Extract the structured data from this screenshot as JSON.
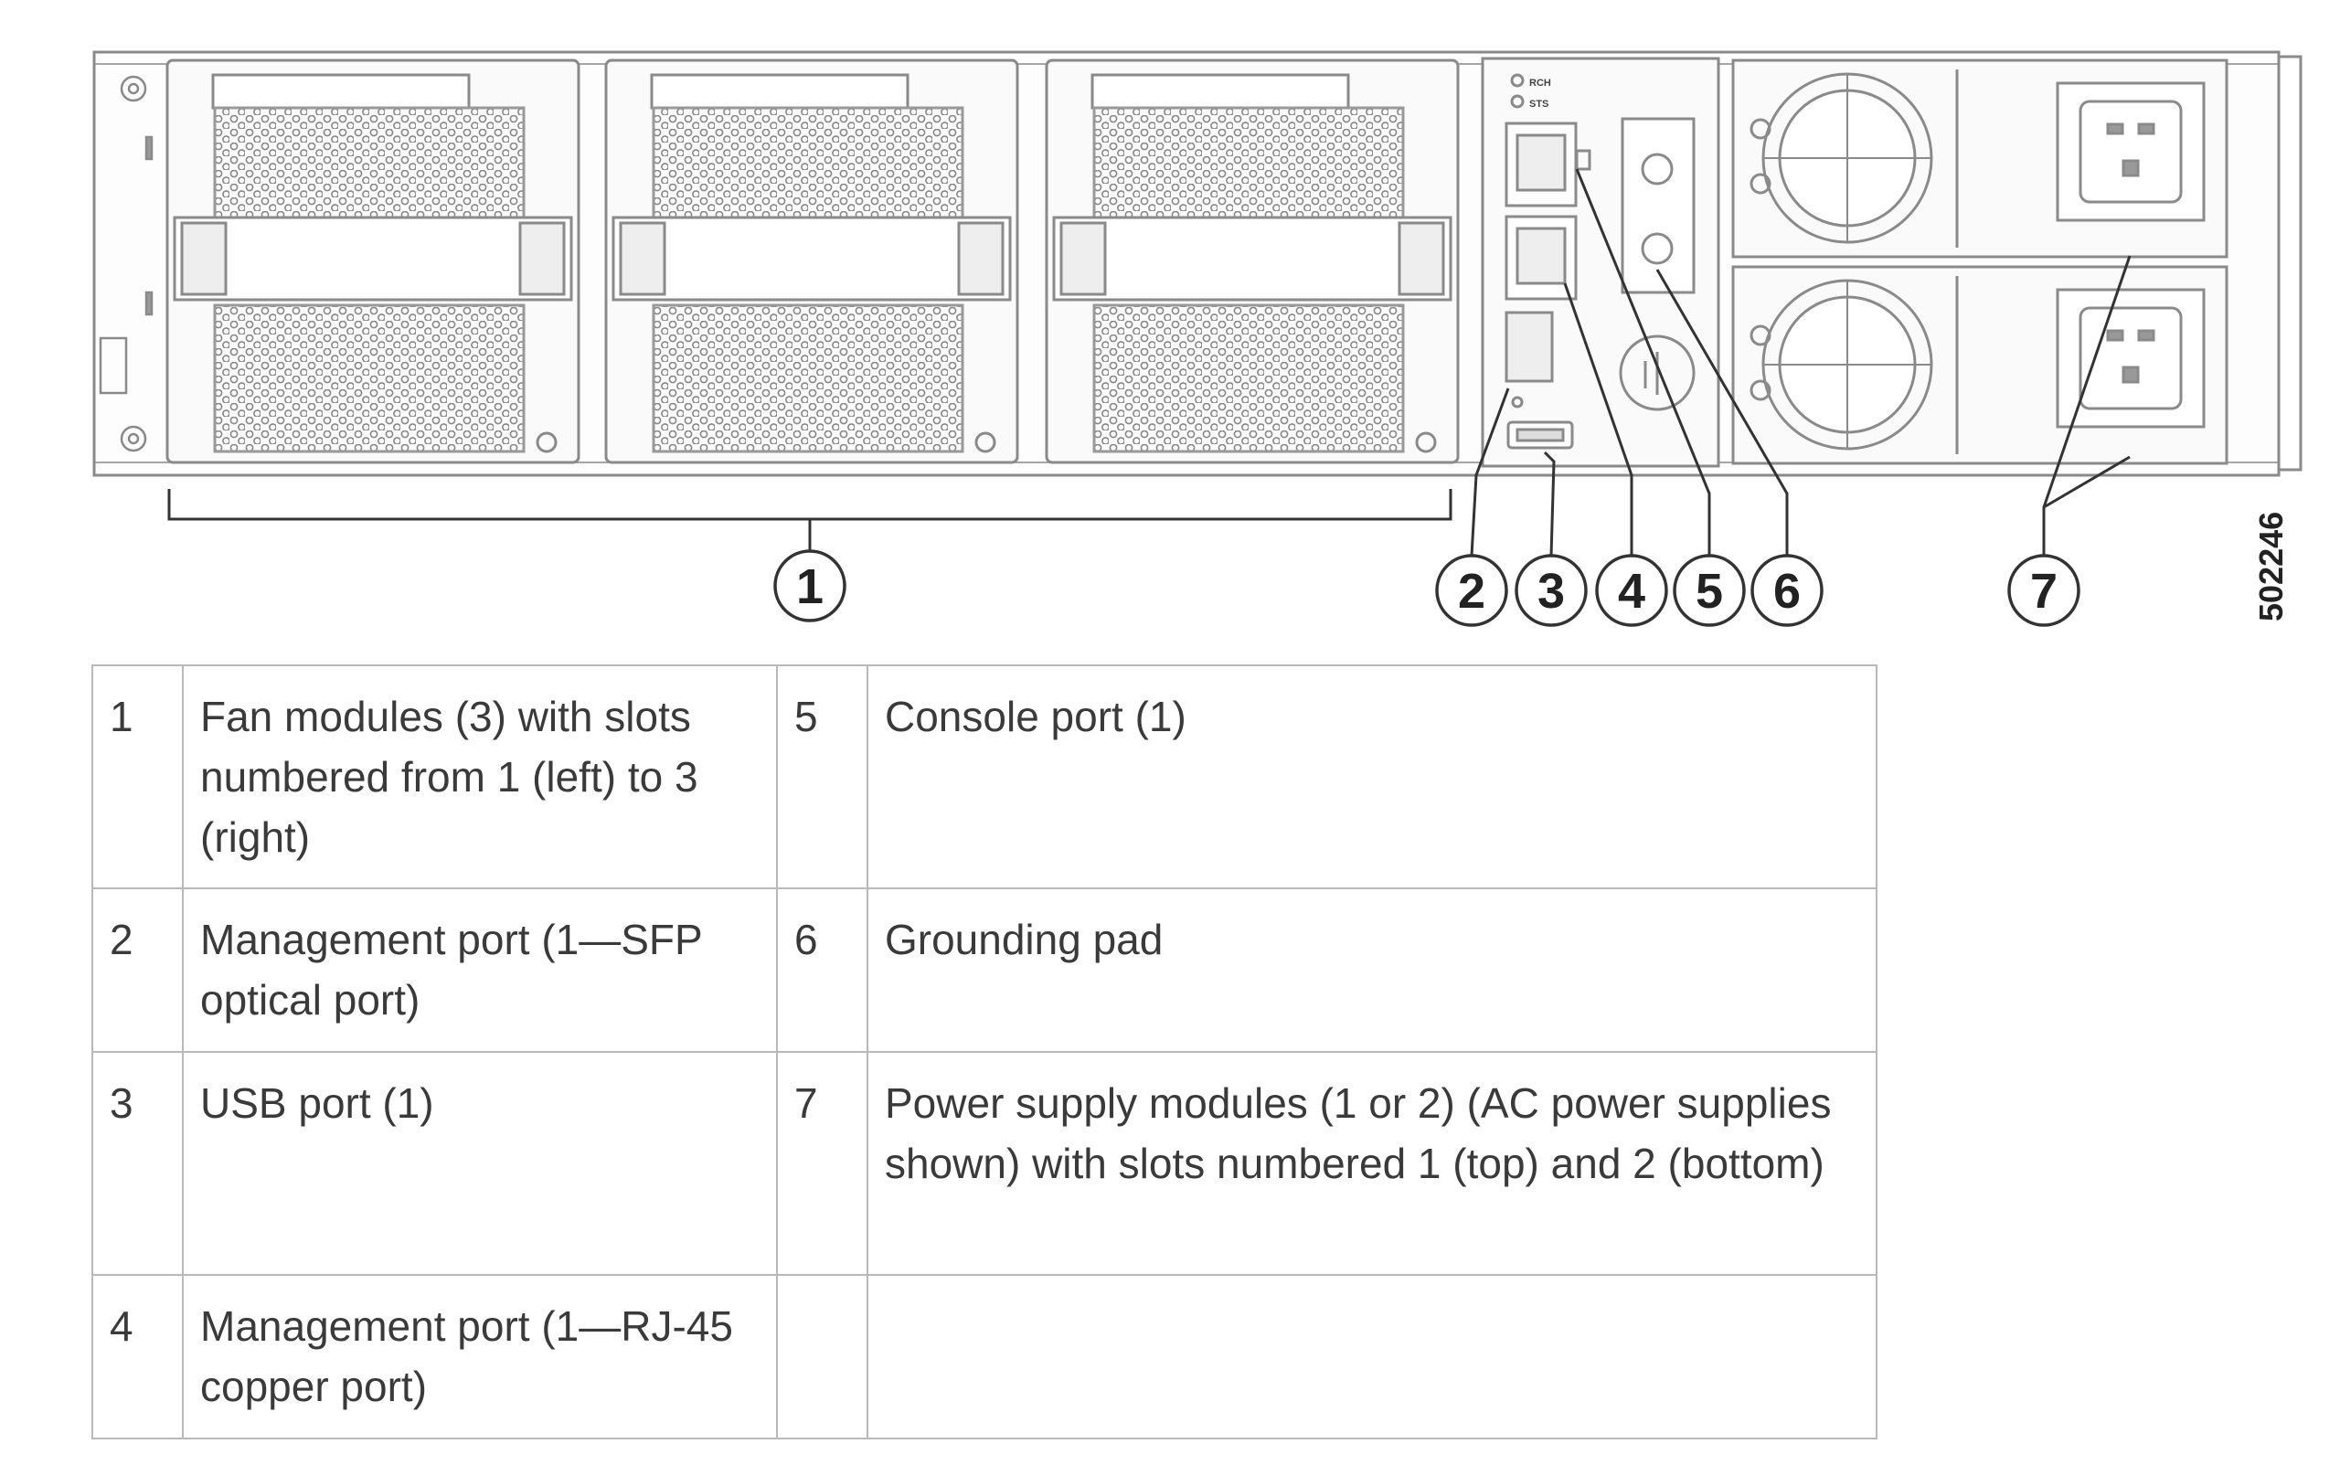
{
  "figure": {
    "figure_id": "502246",
    "panel_labels": [
      "RCH",
      "STS"
    ],
    "callouts": [
      "1",
      "2",
      "3",
      "4",
      "5",
      "6",
      "7"
    ]
  },
  "legend": {
    "rows": [
      {
        "left_num": "1",
        "left_text": "Fan modules (3) with slots numbered from 1 (left) to 3 (right)",
        "right_num": "5",
        "right_text": "Console port (1)"
      },
      {
        "left_num": "2",
        "left_text": "Management port (1—SFP optical port)",
        "right_num": "6",
        "right_text": "Grounding pad"
      },
      {
        "left_num": "3",
        "left_text": "USB port (1)",
        "right_num": "7",
        "right_text": "Power supply modules (1 or 2) (AC power supplies shown) with slots numbered 1 (top) and 2 (bottom)"
      },
      {
        "left_num": "4",
        "left_text": "Management port (1—RJ-45 copper port)",
        "right_num": "",
        "right_text": ""
      }
    ]
  }
}
